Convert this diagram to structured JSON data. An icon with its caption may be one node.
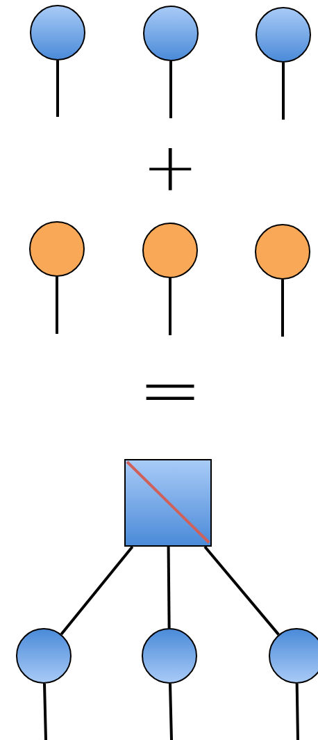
{
  "diagram": {
    "nodes": [
      {
        "text": [],
        "shape": "circle"
      },
      {
        "text": [],
        "shape": "circle"
      },
      {
        "text": [],
        "shape": "circle"
      },
      {
        "text": [],
        "shape": "circle"
      },
      {
        "text": [],
        "shape": "circle"
      },
      {
        "text": [],
        "shape": "circle"
      },
      {
        "text": [],
        "shape": "box"
      },
      {
        "text": [],
        "shape": "circle"
      },
      {
        "text": [],
        "shape": "circle"
      },
      {
        "text": [],
        "shape": "circle"
      }
    ],
    "edges": [
      {
        "from": 0,
        "to": null,
        "arrow": "none"
      },
      {
        "from": 1,
        "to": null,
        "arrow": "none"
      },
      {
        "from": 2,
        "to": null,
        "arrow": "none"
      },
      {
        "from": 3,
        "to": null,
        "arrow": "none"
      },
      {
        "from": 4,
        "to": null,
        "arrow": "none"
      },
      {
        "from": 5,
        "to": null,
        "arrow": "none"
      },
      {
        "from": 6,
        "to": 7,
        "arrow": "none"
      },
      {
        "from": 6,
        "to": 8,
        "arrow": "none"
      },
      {
        "from": 6,
        "to": 9,
        "arrow": "none"
      },
      {
        "from": 7,
        "to": null,
        "arrow": "none"
      },
      {
        "from": 8,
        "to": null,
        "arrow": "none"
      },
      {
        "from": 9,
        "to": null,
        "arrow": "none"
      }
    ],
    "labels": [
      "+",
      "="
    ]
  }
}
